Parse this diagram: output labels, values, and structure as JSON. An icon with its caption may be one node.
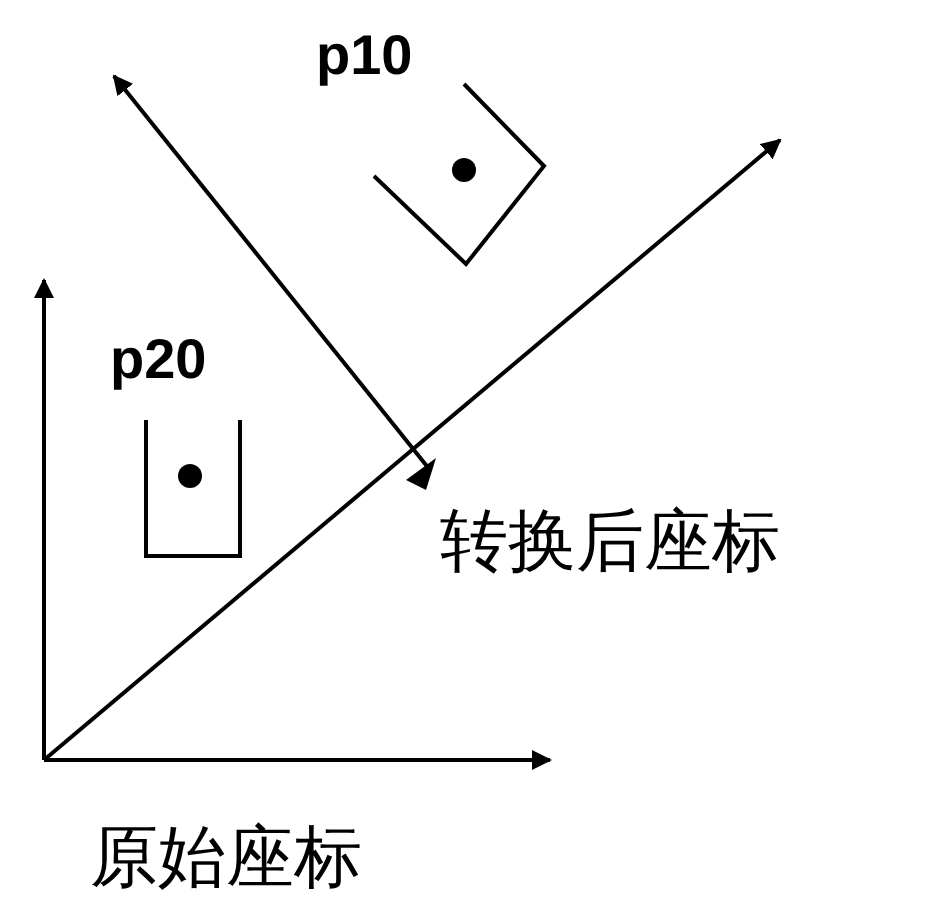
{
  "diagram": {
    "nodes": [
      {
        "text": [
          "p10"
        ]
      },
      {
        "text": [
          "p20"
        ]
      }
    ],
    "labels": [
      "转换后座标",
      "原始座标"
    ]
  }
}
